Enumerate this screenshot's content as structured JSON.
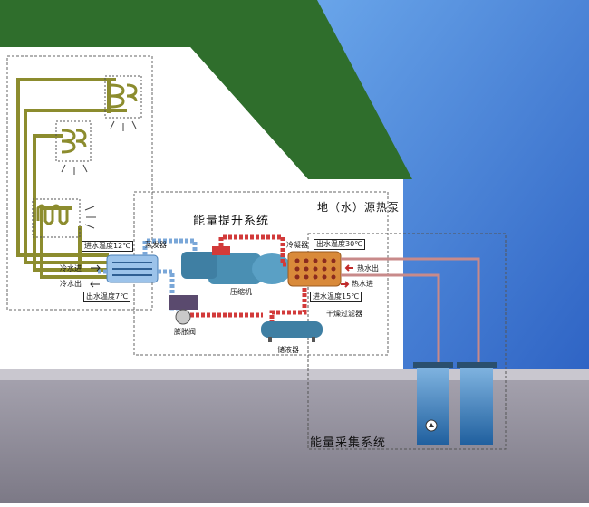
{
  "labels": {
    "energy_boost_system": "能量提升系统",
    "ground_water_heat_pump": "地（水）源热泵",
    "energy_collection_system": "能量采集系统",
    "inlet_temp_12": "进水温度12℃",
    "outlet_temp_7": "出水温度7℃",
    "cold_water_in": "冷水进",
    "cold_water_out": "冷水出",
    "evaporator": "蒸发器",
    "compressor": "压缩机",
    "expansion_valve": "膨胀阀",
    "receiver": "储液器",
    "condenser": "冷凝器",
    "outlet_temp_30": "出水温度30℃",
    "inlet_temp_15": "进水温度15℃",
    "hot_water_out": "热水出",
    "hot_water_in": "热水进",
    "filter_drier": "干燥过滤器"
  },
  "colors": {
    "roof": "#2f6e2c",
    "sky": "#3a7bd5",
    "ground": "#8a8794",
    "coil_pipe": "#8c8c2e",
    "hot_pipe": "#d23a3a",
    "cold_pipe": "#7aa7d8",
    "well": "#2f78b8"
  }
}
